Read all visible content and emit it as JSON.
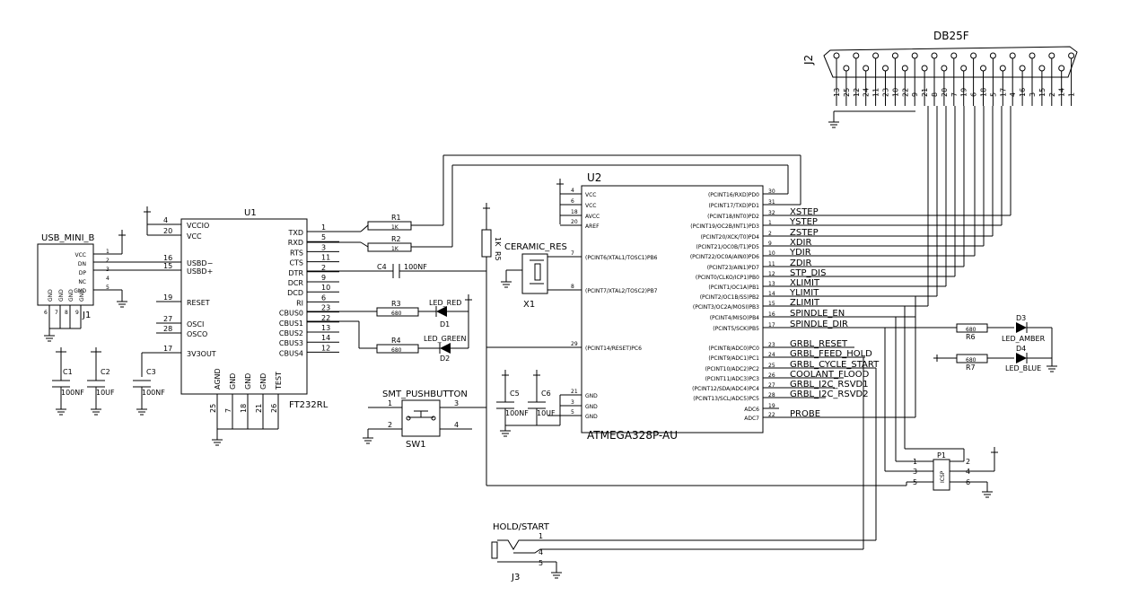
{
  "j2": {
    "ref": "J2",
    "title": "DB25F",
    "top_pins": [
      "13",
      "25",
      "12",
      "24",
      "11",
      "23",
      "10",
      "22",
      "9",
      "21",
      "8",
      "20",
      "7",
      "19",
      "6",
      "18",
      "5",
      "17",
      "4",
      "16",
      "3",
      "15",
      "2",
      "14",
      "1"
    ]
  },
  "u1": {
    "ref": "U1",
    "part": "FT232RL",
    "left": [
      {
        "n": "4",
        "p": "VCCIO"
      },
      {
        "n": "20",
        "p": "VCC"
      },
      {
        "n": "16",
        "p": "USBD−"
      },
      {
        "n": "15",
        "p": "USBD+"
      },
      {
        "n": "19",
        "p": "RESET"
      },
      {
        "n": "27",
        "p": "OSCI"
      },
      {
        "n": "28",
        "p": "OSCO"
      },
      {
        "n": "17",
        "p": "3V3OUT"
      }
    ],
    "right": [
      {
        "n": "1",
        "p": "TXD"
      },
      {
        "n": "5",
        "p": "RXD"
      },
      {
        "n": "3",
        "p": "RTS"
      },
      {
        "n": "11",
        "p": "CTS"
      },
      {
        "n": "2",
        "p": "DTR"
      },
      {
        "n": "9",
        "p": "DCR"
      },
      {
        "n": "10",
        "p": "DCD"
      },
      {
        "n": "6",
        "p": "RI"
      },
      {
        "n": "23",
        "p": "CBUS0"
      },
      {
        "n": "22",
        "p": "CBUS1"
      },
      {
        "n": "13",
        "p": "CBUS2"
      },
      {
        "n": "14",
        "p": "CBUS3"
      },
      {
        "n": "12",
        "p": "CBUS4"
      }
    ],
    "bottom": [
      {
        "n": "25",
        "p": "AGND"
      },
      {
        "n": "7",
        "p": "GND"
      },
      {
        "n": "18",
        "p": "GND"
      },
      {
        "n": "21",
        "p": "GND"
      },
      {
        "n": "26",
        "p": "TEST"
      }
    ]
  },
  "j1": {
    "ref": "J1",
    "part": "USB_MINI_B",
    "pins": [
      {
        "n": "1",
        "p": "VCC"
      },
      {
        "n": "2",
        "p": "DN"
      },
      {
        "n": "3",
        "p": "DP"
      },
      {
        "n": "4",
        "p": "NC"
      },
      {
        "n": "5",
        "p": "GND"
      }
    ],
    "bottom": [
      "GND",
      "GND",
      "GND",
      "GND"
    ],
    "bottom_nums": [
      "6",
      "7",
      "8",
      "9"
    ]
  },
  "u2": {
    "ref": "U2",
    "part": "ATMEGA328P-AU",
    "left": [
      {
        "n": "4",
        "p": "VCC"
      },
      {
        "n": "6",
        "p": "VCC"
      },
      {
        "n": "18",
        "p": "AVCC"
      },
      {
        "n": "20",
        "p": "AREF"
      },
      {
        "n": "7",
        "p": "(PCINT6/XTAL1/TOSC1)PB6"
      },
      {
        "n": "8",
        "p": "(PCINT7/XTAL2/TOSC2)PB7"
      },
      {
        "n": "29",
        "p": "(PCINT14/RESET)PC6"
      },
      {
        "n": "21",
        "p": "GND"
      },
      {
        "n": "3",
        "p": "GND"
      },
      {
        "n": "5",
        "p": "GND"
      }
    ],
    "right": [
      {
        "n": "30",
        "p": "(PCINT16/RXD)PD0"
      },
      {
        "n": "31",
        "p": "(PCINT17/TXD)PD1"
      },
      {
        "n": "32",
        "p": "(PCINT18/INT0)PD2"
      },
      {
        "n": "1",
        "p": "(PCINT19/OC2B/INT1)PD3"
      },
      {
        "n": "2",
        "p": "(PCINT20/XCK/T0)PD4"
      },
      {
        "n": "9",
        "p": "(PCINT21/OC0B/T1)PD5"
      },
      {
        "n": "10",
        "p": "(PCINT22/OC0A/AIN0)PD6"
      },
      {
        "n": "11",
        "p": "(PCINT23/AIN1)PD7"
      },
      {
        "n": "12",
        "p": "(PCINT0/CLKO/ICP1)PB0"
      },
      {
        "n": "13",
        "p": "(PCINT1/OC1A)PB1"
      },
      {
        "n": "14",
        "p": "(PCINT2/OC1B/SS)PB2"
      },
      {
        "n": "15",
        "p": "(PCINT3/OC2A/MOSI)PB3"
      },
      {
        "n": "16",
        "p": "(PCINT4/MISO)PB4"
      },
      {
        "n": "17",
        "p": "(PCINT5/SCK)PB5"
      },
      {
        "n": "23",
        "p": "(PCINT8/ADC0)PC0"
      },
      {
        "n": "24",
        "p": "(PCINT9/ADC1)PC1"
      },
      {
        "n": "25",
        "p": "(PCINT10/ADC2)PC2"
      },
      {
        "n": "26",
        "p": "(PCINT11/ADC3)PC3"
      },
      {
        "n": "27",
        "p": "(PCINT12/SDA/ADC4)PC4"
      },
      {
        "n": "28",
        "p": "(PCINT13/SCL/ADC5)PC5"
      },
      {
        "n": "19",
        "p": "ADC6"
      },
      {
        "n": "22",
        "p": "ADC7"
      }
    ]
  },
  "nets": [
    "XSTEP",
    "YSTEP",
    "ZSTEP",
    "XDIR",
    "YDIR",
    "ZDIR",
    "STP_DIS",
    "XLIMIT",
    "YLIMIT",
    "ZLIMIT",
    "SPINDLE_EN",
    "SPINDLE_DIR",
    "GRBL_RESET",
    "GRBL_FEED_HOLD",
    "GRBL_CYCLE_START",
    "COOLANT_FLOOD",
    "GRBL_I2C_RSVD1",
    "GRBL_I2C_RSVD2",
    "PROBE"
  ],
  "passives": {
    "r1": {
      "ref": "R1",
      "val": "1K"
    },
    "r2": {
      "ref": "R2",
      "val": "1K"
    },
    "r3": {
      "ref": "R3",
      "val": "680"
    },
    "r4": {
      "ref": "R4",
      "val": "680"
    },
    "r5": {
      "ref": "R5",
      "val": "1K"
    },
    "r6": {
      "ref": "R6",
      "val": "680"
    },
    "r7": {
      "ref": "R7",
      "val": "680"
    },
    "c1": {
      "ref": "C1",
      "val": "100NF"
    },
    "c2": {
      "ref": "C2",
      "val": "10UF"
    },
    "c3": {
      "ref": "C3",
      "val": "100NF"
    },
    "c4": {
      "ref": "C4",
      "val": "100NF"
    },
    "c5": {
      "ref": "C5",
      "val": "100NF"
    },
    "c6": {
      "ref": "C6",
      "val": "10UF"
    }
  },
  "leds": {
    "d1": {
      "ref": "D1",
      "name": "LED_RED"
    },
    "d2": {
      "ref": "D2",
      "name": "LED_GREEN"
    },
    "d3": {
      "ref": "D3",
      "name": "LED_AMBER"
    },
    "d4": {
      "ref": "D4",
      "name": "LED_BLUE"
    }
  },
  "x1": {
    "ref": "X1",
    "name": "CERAMIC_RES"
  },
  "sw1": {
    "ref": "SW1",
    "name": "SMT_PUSHBUTTON"
  },
  "p1": {
    "ref": "P1",
    "name": "ICSP"
  },
  "j3": {
    "ref": "J3",
    "name": "HOLD/START"
  },
  "icons": [
    "ground-icon",
    "power-flag-icon",
    "resistor-icon",
    "capacitor-icon",
    "led-icon"
  ]
}
